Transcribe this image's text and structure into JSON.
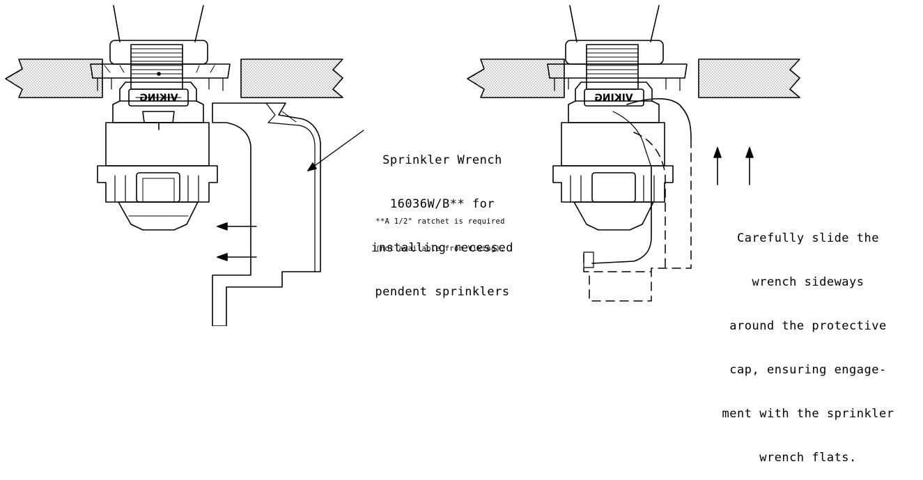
{
  "diagram": {
    "logo_text": "VIKING",
    "left_view": {
      "callout": [
        "Sprinkler Wrench",
        "16036W/B** for",
        "installing recessed",
        "pendent sprinklers"
      ],
      "footnote": [
        "**A 1/2\" ratchet is required",
        "(not available from Viking)."
      ]
    },
    "right_view": {
      "instruction": [
        "Carefully slide the",
        "wrench sideways",
        "around the protective",
        "cap, ensuring engage-",
        "ment with the sprinkler",
        "wrench flats."
      ]
    }
  },
  "colors": {
    "line": "#000000",
    "background": "#ffffff",
    "stipple": "#000000"
  }
}
